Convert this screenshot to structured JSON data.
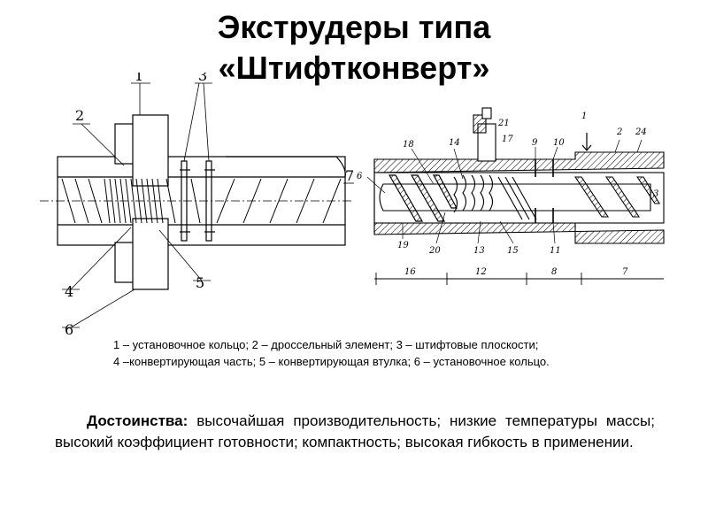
{
  "title": {
    "line1": "Экструдеры типа",
    "line2": "«Штифтконверт»"
  },
  "figure_left": {
    "callouts": [
      "1",
      "2",
      "3",
      "4",
      "5",
      "6",
      "7"
    ]
  },
  "figure_right": {
    "callouts": [
      "21",
      "17",
      "1",
      "2",
      "24",
      "18",
      "14",
      "9",
      "10",
      "6",
      "3",
      "19",
      "20",
      "13",
      "15",
      "11"
    ],
    "dimensions": [
      "16",
      "12",
      "8",
      "7"
    ]
  },
  "caption": {
    "line1": "1 – установочное кольцо; 2 – дроссельный элемент; 3 – штифтовые плоскости;",
    "line2": "4 –конвертирующая часть; 5 – конвертирующая втулка; 6 – установочное кольцо."
  },
  "merits": {
    "lead": "Достоинства:",
    "text": " высочайшая производительность; низкие температуры массы; высокий коэффициент готовности; компактность; высокая гибкость в применении."
  }
}
